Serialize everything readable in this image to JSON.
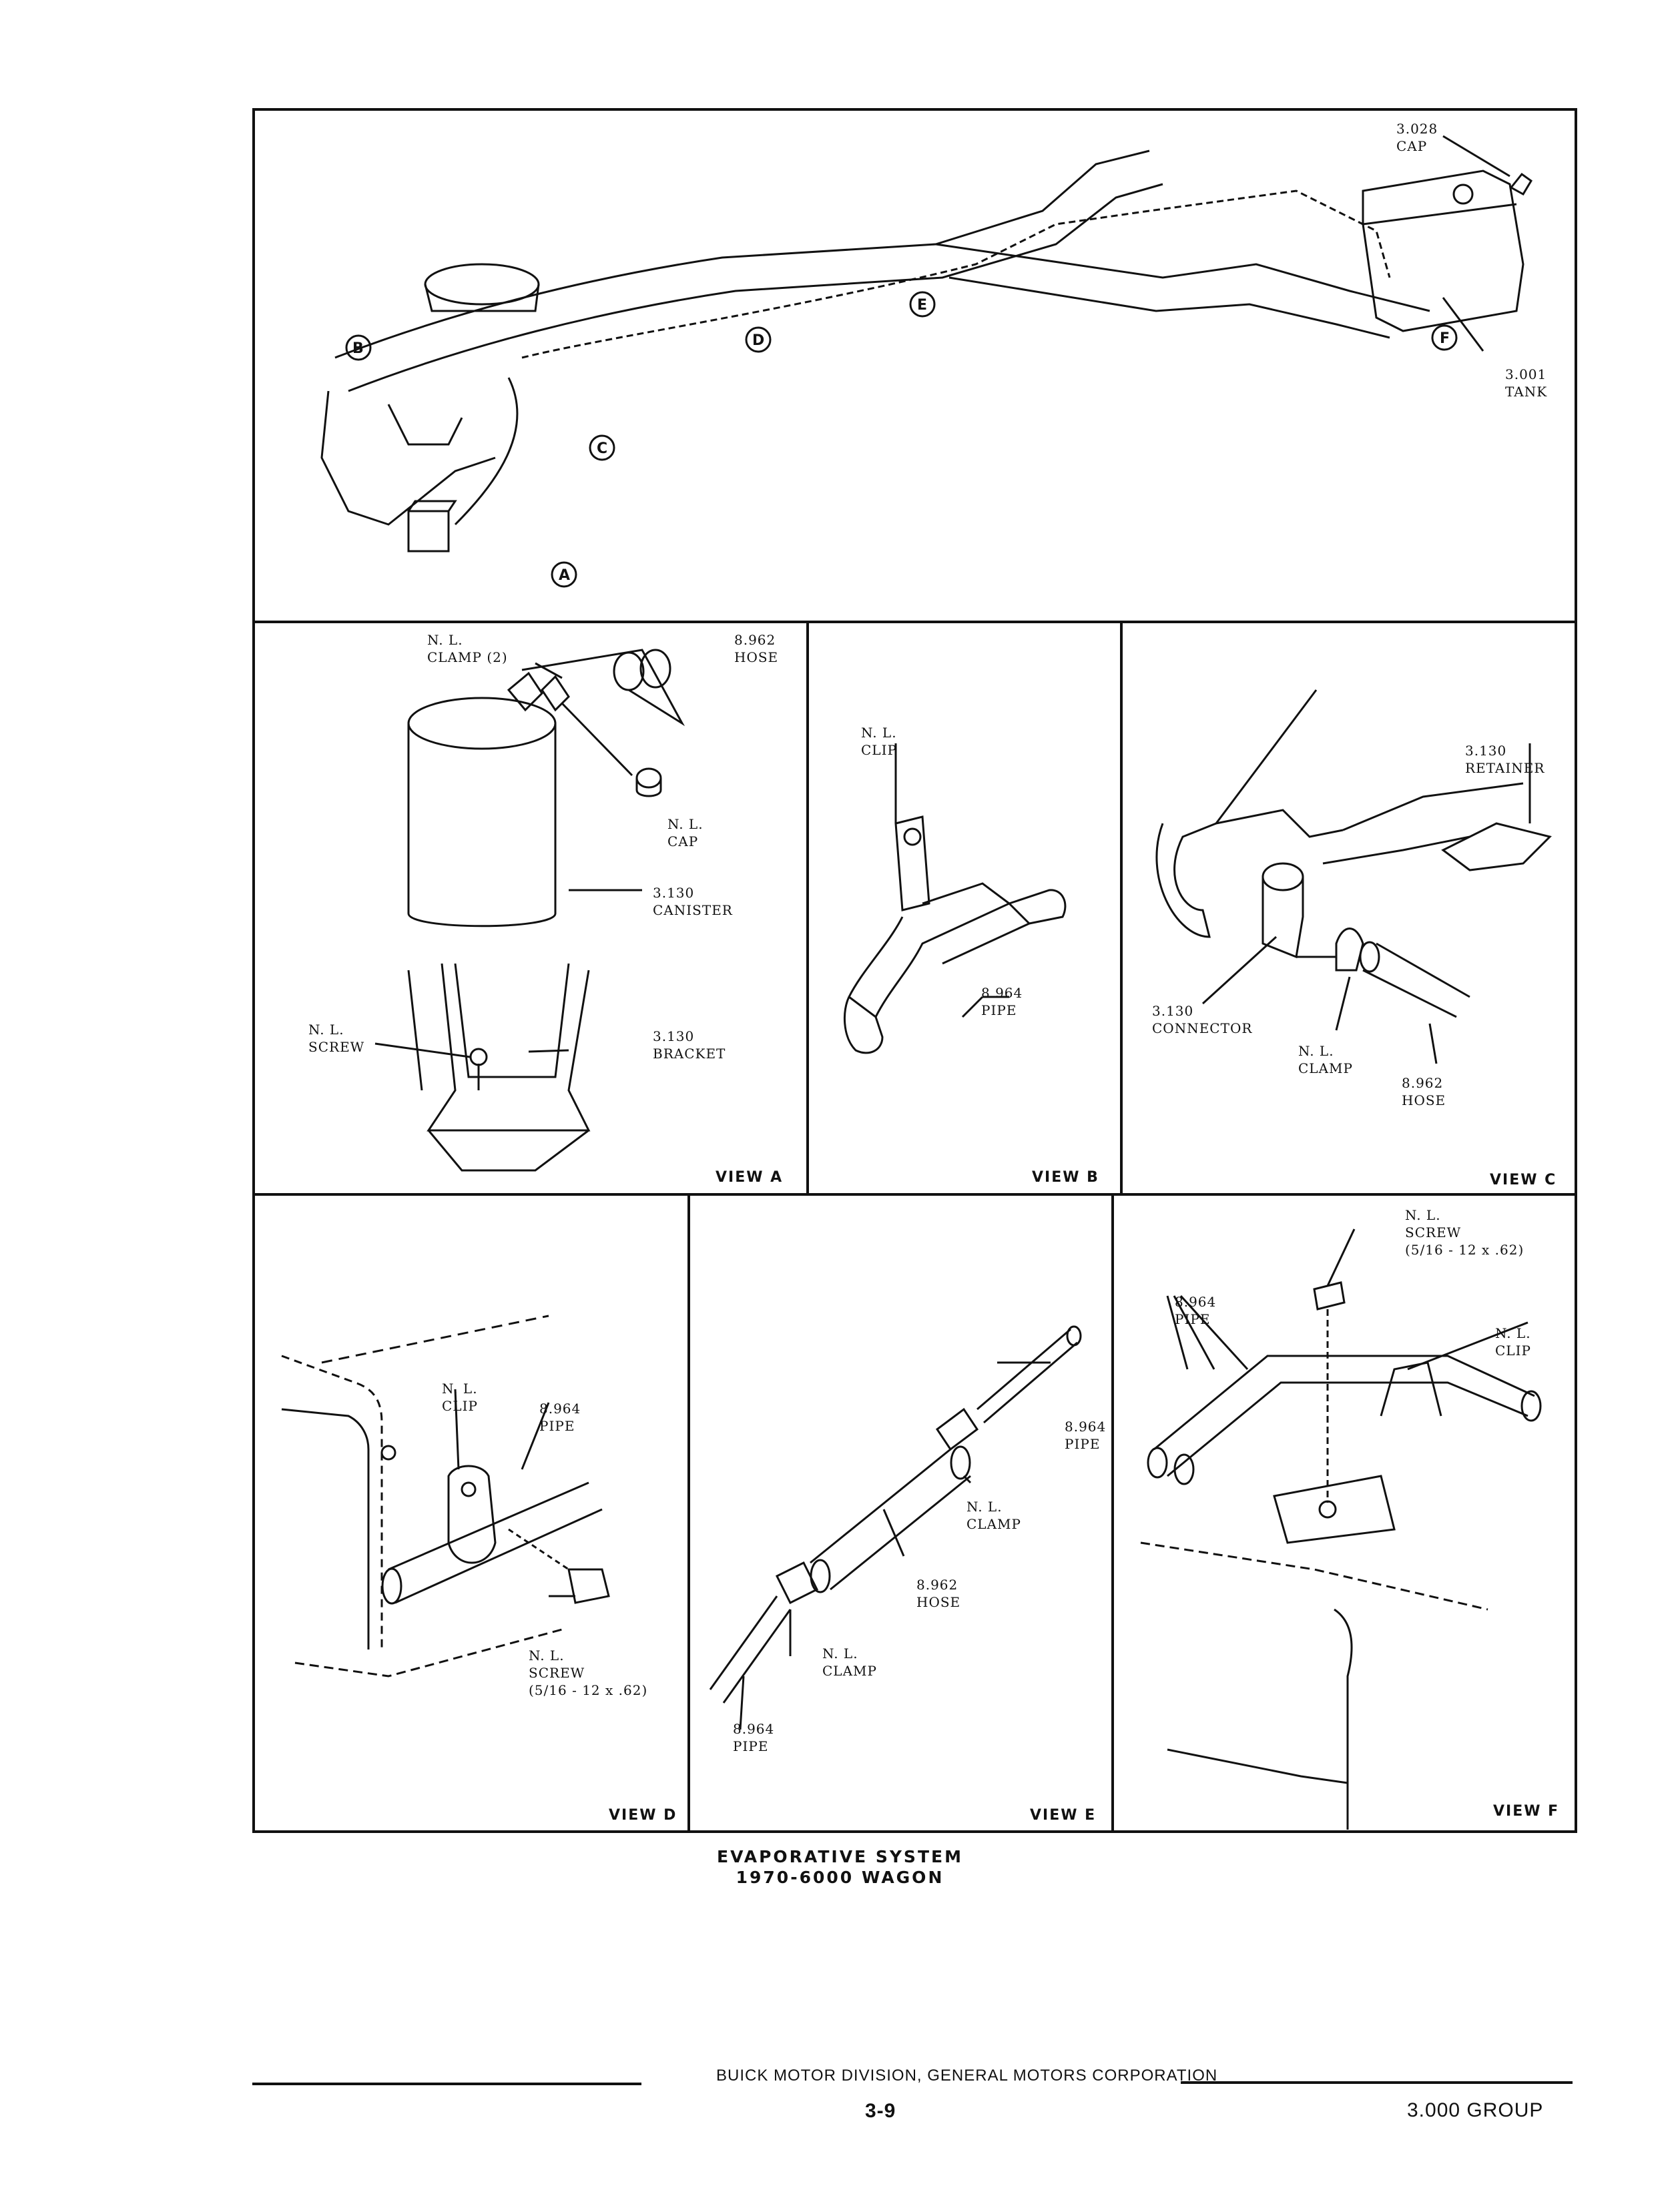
{
  "main_view": {
    "cap_label": "3.028\nCAP",
    "tank_label": "3.001\nTANK",
    "callouts": [
      "B",
      "D",
      "E",
      "C",
      "A",
      "F"
    ]
  },
  "view_a": {
    "clamp_label": "N. L.\nCLAMP (2)",
    "hose_label": "8.962\nHOSE",
    "cap_label": "N. L.\nCAP",
    "canister_label": "3.130\nCANISTER",
    "screw_label": "N. L.\nSCREW",
    "bracket_label": "3.130\nBRACKET",
    "title": "VIEW A"
  },
  "view_b": {
    "clip_label": "N. L.\nCLIP",
    "pipe_label": "8.964\nPIPE",
    "title": "VIEW B"
  },
  "view_c": {
    "retainer_label": "3.130\nRETAINER",
    "connector_label": "3.130\nCONNECTOR",
    "clamp_label": "N. L.\nCLAMP",
    "hose_label": "8.962\nHOSE",
    "title": "VIEW C"
  },
  "view_d": {
    "clip_label": "N. L.\nCLIP",
    "pipe_label": "8.964\nPIPE",
    "screw_label": "N. L.\nSCREW\n(5/16 - 12 x .62)",
    "title": "VIEW D"
  },
  "view_e": {
    "pipe_top_label": "8.964\nPIPE",
    "clamp_top_label": "N. L.\nCLAMP",
    "hose_label": "8.962\nHOSE",
    "clamp_bottom_label": "N. L.\nCLAMP",
    "pipe_bottom_label": "8.964\nPIPE",
    "title": "VIEW E"
  },
  "view_f": {
    "screw_label": "N. L.\nSCREW\n(5/16 - 12 x .62)",
    "pipe_label": "8.964\nPIPE",
    "clip_label": "N. L.\nCLIP",
    "title": "VIEW F"
  },
  "caption": {
    "line1": "EVAPORATIVE SYSTEM",
    "line2": "1970-6000 WAGON"
  },
  "footer": {
    "publisher": "BUICK MOTOR DIVISION, GENERAL MOTORS CORPORATION",
    "page_number": "3-9",
    "group": "3.000 GROUP"
  }
}
